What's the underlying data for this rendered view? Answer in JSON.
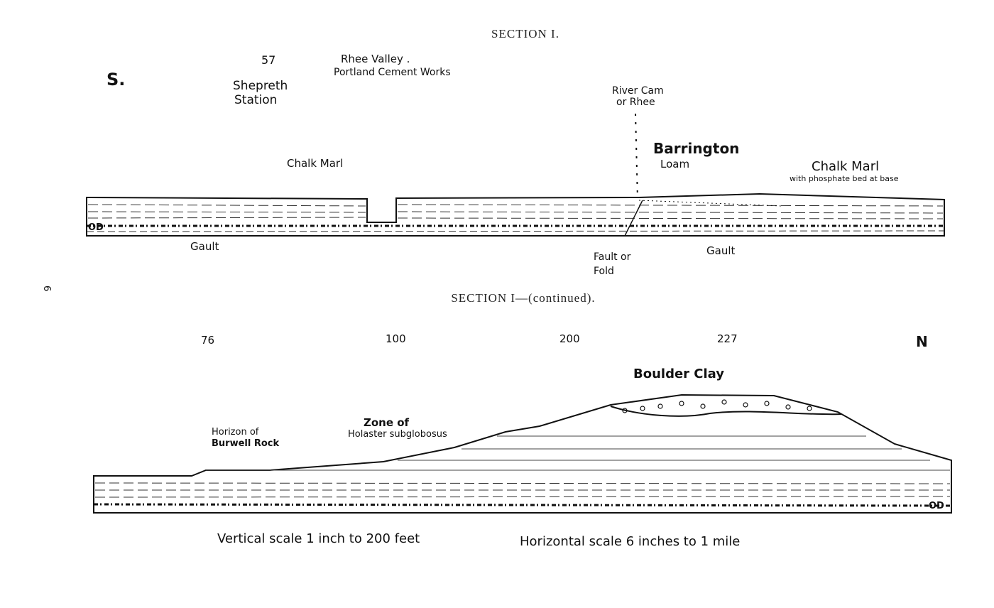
{
  "section1": {
    "title": "SECTION I.",
    "direction": "S.",
    "height_mark": "57",
    "labels": {
      "shepreth_1": "Shepreth",
      "shepreth_2": "Station",
      "rhee_1": "Rhee Valley .",
      "rhee_2": "Portland Cement Works",
      "river_1": "River Cam",
      "river_2": "or Rhee",
      "chalk_marl_left": "Chalk Marl",
      "barrington_1": "Barrington",
      "barrington_2": "Loam",
      "chalk_marl_right": "Chalk Marl",
      "chalk_marl_right_sub": "with phosphate bed at base",
      "od": "OD",
      "gault_left": "Gault",
      "gault_right": "Gault",
      "fault_1": "Fault or",
      "fault_2": "Fold"
    }
  },
  "section2": {
    "title": "SECTION I—(continued).",
    "heights": [
      "76",
      "100",
      "200",
      "227"
    ],
    "direction": "N",
    "labels": {
      "boulder_clay": "Boulder Clay",
      "zone_1": "Zone of",
      "zone_2": "Holaster subglobosus",
      "burwell_1": "Horizon of",
      "burwell_2": "Burwell Rock",
      "od": "OD"
    }
  },
  "scale": {
    "vertical": "Vertical scale  1 inch to 200 feet",
    "horizontal": "Horizontal scale 6 inches to 1 mile"
  },
  "page_mark": "6"
}
